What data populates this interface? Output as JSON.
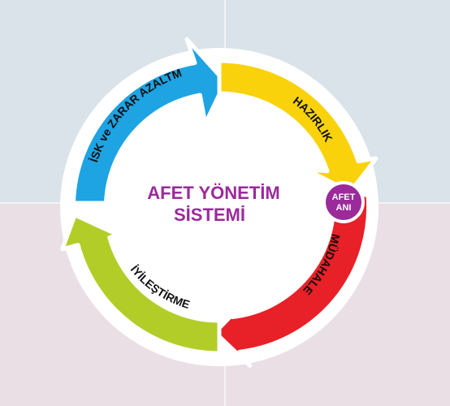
{
  "center": {
    "line1": "AFET YÖNETİM",
    "line2": "SİSTEMİ"
  },
  "badge": {
    "line1": "AFET",
    "line2": "ANI"
  },
  "segments": [
    {
      "label": "RİSK ve ZARAR AZALTMA",
      "color": "#1ea3e3"
    },
    {
      "label": "HAZIRLIK",
      "color": "#f9d20b"
    },
    {
      "label": "MÜDAHALE",
      "color": "#e82027"
    },
    {
      "label": "İYİLEŞTİRME",
      "color": "#b3cd28"
    }
  ],
  "colors": {
    "center_title": "#9b2a9b",
    "badge_fill": "#9b2a9b",
    "background_top": "#d9e3e9",
    "background_bottom": "#ebdfe6"
  }
}
